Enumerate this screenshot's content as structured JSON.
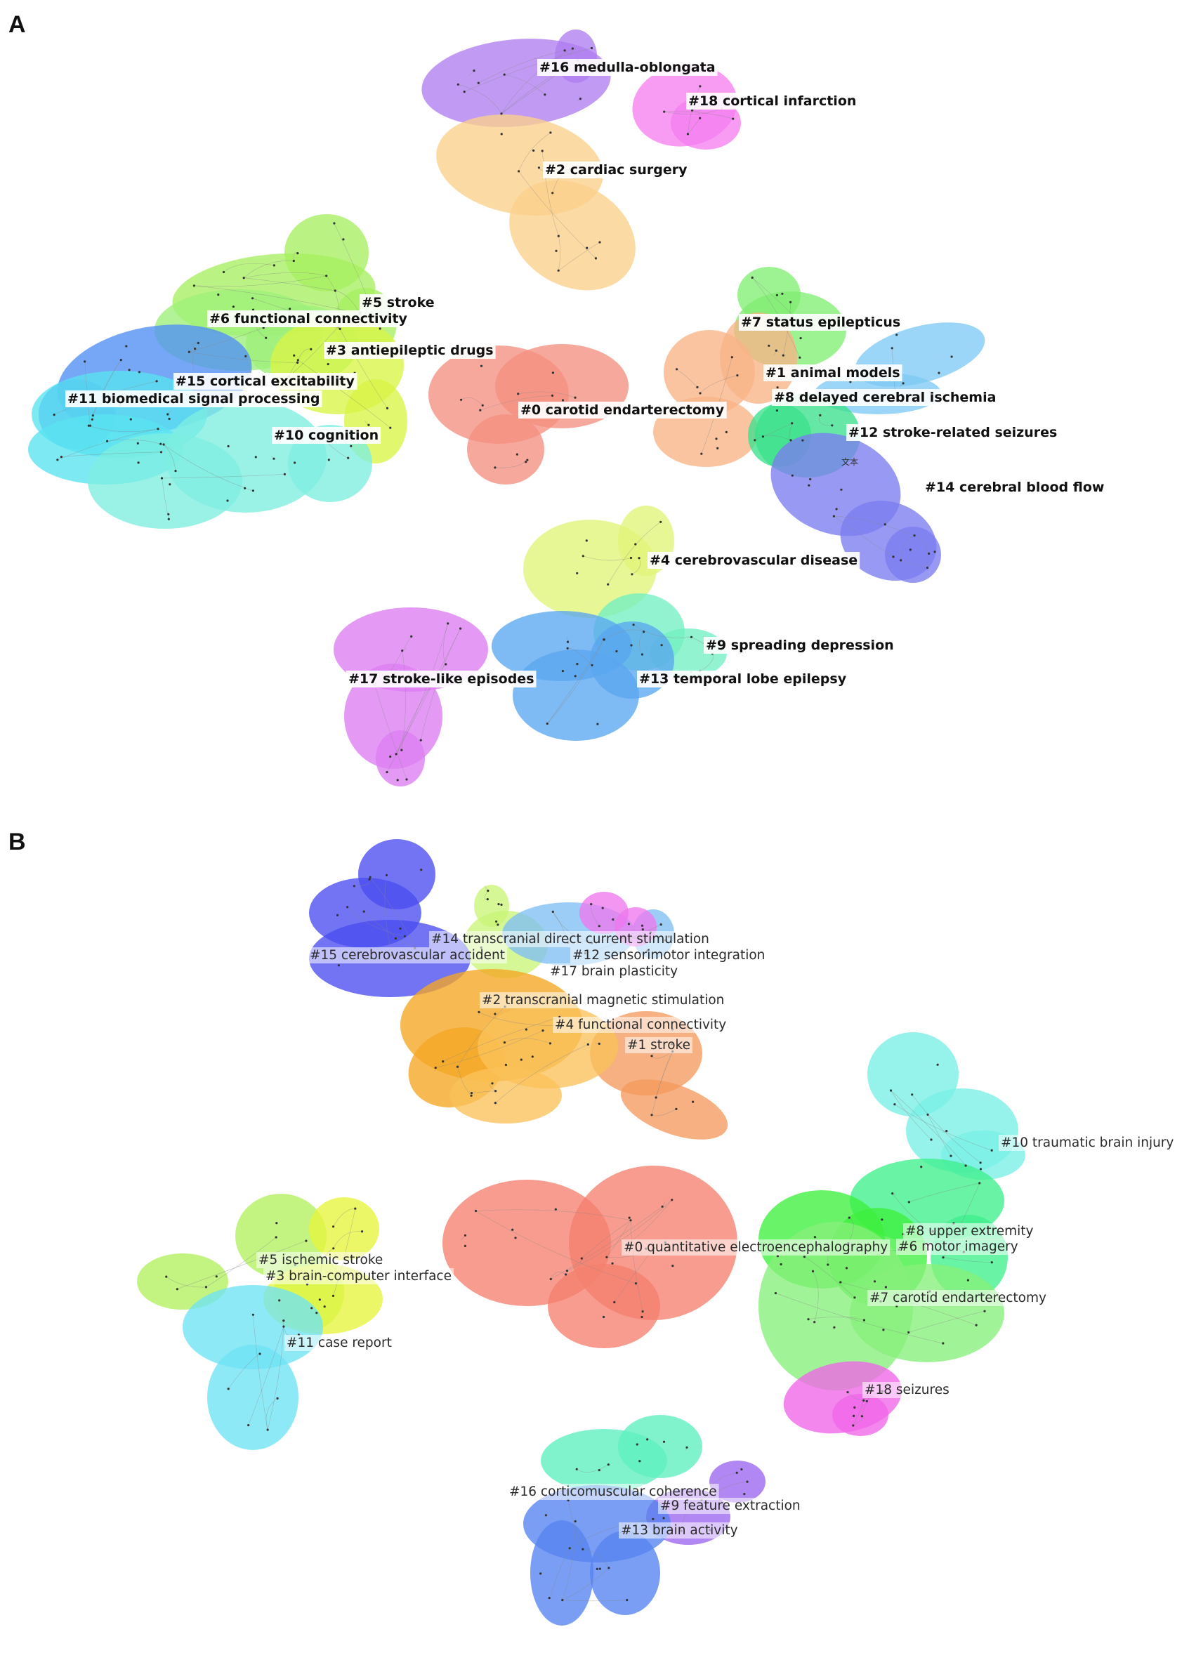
{
  "panels": [
    {
      "letter": "A",
      "clusters": [
        {
          "id": "16",
          "label": "#16 medulla-oblongata",
          "color": "#b07ef0"
        },
        {
          "id": "18",
          "label": "#18 cortical infarction",
          "color": "#f57ff0"
        },
        {
          "id": "2",
          "label": "#2 cardiac surgery",
          "color": "#fbcf8a"
        },
        {
          "id": "5",
          "label": "#5 stroke",
          "color": "#a6f060"
        },
        {
          "id": "6",
          "label": "#6 functional connectivity",
          "color": "#9ef07a"
        },
        {
          "id": "3",
          "label": "#3 antiepileptic drugs",
          "color": "#d8f545"
        },
        {
          "id": "15",
          "label": "#15 cortical excitability",
          "color": "#4f8ef5"
        },
        {
          "id": "11",
          "label": "#11 biomedical signal processing",
          "color": "#58e3f0"
        },
        {
          "id": "10",
          "label": "#10 cognition",
          "color": "#7deee0"
        },
        {
          "id": "0",
          "label": "#0 carotid endarterectomy",
          "color": "#f58f80"
        },
        {
          "id": "7",
          "label": "#7 status epilepticus",
          "color": "#82ee72"
        },
        {
          "id": "1",
          "label": "#1 animal models",
          "color": "#f8b487"
        },
        {
          "id": "8",
          "label": "#8 delayed cerebral ischemia",
          "color": "#7fc9f5"
        },
        {
          "id": "12",
          "label": "#12 stroke-related seizures",
          "color": "#3be08c"
        },
        {
          "id": "14",
          "label": "#14 cerebral blood flow",
          "color": "#7b7cf0"
        },
        {
          "id": "4",
          "label": "#4 cerebrovascular disease",
          "color": "#e1f577"
        },
        {
          "id": "9",
          "label": "#9 spreading depression",
          "color": "#72f0c2"
        },
        {
          "id": "13",
          "label": "#13 temporal lobe epilepsy",
          "color": "#5aa6f0"
        },
        {
          "id": "17",
          "label": "#17 stroke-like episodes",
          "color": "#dc7df2"
        }
      ],
      "stray_text": "文本"
    },
    {
      "letter": "B",
      "clusters": [
        {
          "id": "14",
          "label": "#14 transcranial direct current stimulation",
          "color": "#c9f577"
        },
        {
          "id": "15",
          "label": "#15 cerebrovascular accident",
          "color": "#4a4df0"
        },
        {
          "id": "12",
          "label": "#12 sensorimotor integration",
          "color": "#7fbff5"
        },
        {
          "id": "17",
          "label": "#17 brain plasticity",
          "color": "#ee78ee"
        },
        {
          "id": "2",
          "label": "#2 transcranial magnetic stimulation",
          "color": "#f5a623"
        },
        {
          "id": "4",
          "label": "#4 functional connectivity",
          "color": "#f59a5e"
        },
        {
          "id": "1",
          "label": "#1 stroke",
          "color": "#fbc15a"
        },
        {
          "id": "10",
          "label": "#10 traumatic brain injury",
          "color": "#78f0e6"
        },
        {
          "id": "0",
          "label": "#0 quantitative electroencephalography",
          "color": "#f5806e"
        },
        {
          "id": "8",
          "label": "#8 upper extremity",
          "color": "#3df08c"
        },
        {
          "id": "6",
          "label": "#6 motor imagery",
          "color": "#3ef03e"
        },
        {
          "id": "7",
          "label": "#7 carotid endarterectomy",
          "color": "#86f07a"
        },
        {
          "id": "18",
          "label": "#18 seizures",
          "color": "#f065e8"
        },
        {
          "id": "5",
          "label": "#5 ischemic stroke",
          "color": "#b2f05e"
        },
        {
          "id": "3",
          "label": "#3 brain-computer interface",
          "color": "#e6f53c"
        },
        {
          "id": "11",
          "label": "#11 case report",
          "color": "#6ee3f5"
        },
        {
          "id": "16",
          "label": "#16 corticomuscular coherence",
          "color": "#5ef0be"
        },
        {
          "id": "9",
          "label": "#9 feature extraction",
          "color": "#9b66f0"
        },
        {
          "id": "13",
          "label": "#13 brain activity",
          "color": "#5583f0"
        }
      ]
    }
  ]
}
